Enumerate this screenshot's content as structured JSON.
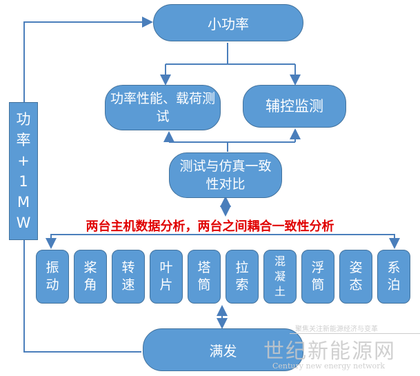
{
  "nodes": {
    "top": "小功率",
    "perf": "功率性能、载荷测试",
    "aux": "辅控监测",
    "compare": "测试与仿真一致性对比",
    "bottom": "满发",
    "side": [
      "功",
      "率",
      "+",
      "1",
      "M",
      "W"
    ]
  },
  "red_label": "两台主机数据分析，两台之间耦合一致性分析",
  "items": [
    "振动",
    "桨角",
    "转速",
    "叶片",
    "塔筒",
    "拉索",
    "混凝土",
    "浮筒",
    "姿态",
    "系泊"
  ],
  "watermark": {
    "top": "聚焦关注新能源经济与变革",
    "main": "世纪新能源网",
    "en": "Century new energy network"
  },
  "colors": {
    "box": "#5b9bd5",
    "border": "#41719c",
    "line": "#4a7ebb",
    "red": "#e00000"
  }
}
